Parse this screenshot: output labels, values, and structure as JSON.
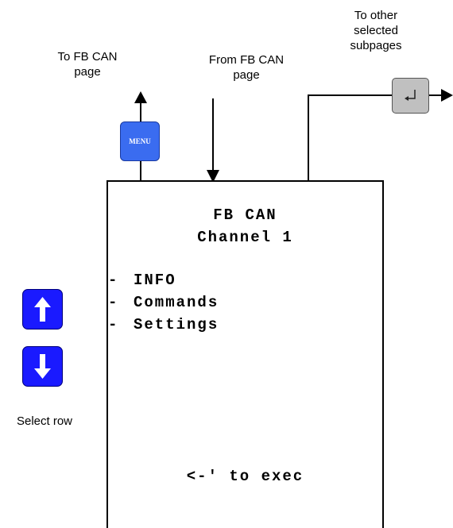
{
  "captions": {
    "to_menu_page": [
      "To FB CAN",
      "page"
    ],
    "from_page": [
      "From FB CAN",
      "page"
    ],
    "to_subpages": [
      "To other",
      "selected",
      "subpages"
    ],
    "select_row": "Select row"
  },
  "buttons": {
    "menu_label": "MENU",
    "enter_icon": "enter-icon",
    "up_icon": "arrow-up-icon",
    "down_icon": "arrow-down-icon"
  },
  "display": {
    "title": "FB CAN",
    "subtitle": "Channel 1",
    "items": [
      {
        "dash": "-",
        "label": "INFO"
      },
      {
        "dash": "-",
        "label": "Commands"
      },
      {
        "dash": "-",
        "label": "Settings"
      }
    ],
    "footer": "<-' to exec"
  },
  "colors": {
    "menu_button": "#3a6cf0",
    "arrow_buttons": "#1a1aff",
    "enter_button": "#c0c0c0",
    "lines": "#000000"
  }
}
